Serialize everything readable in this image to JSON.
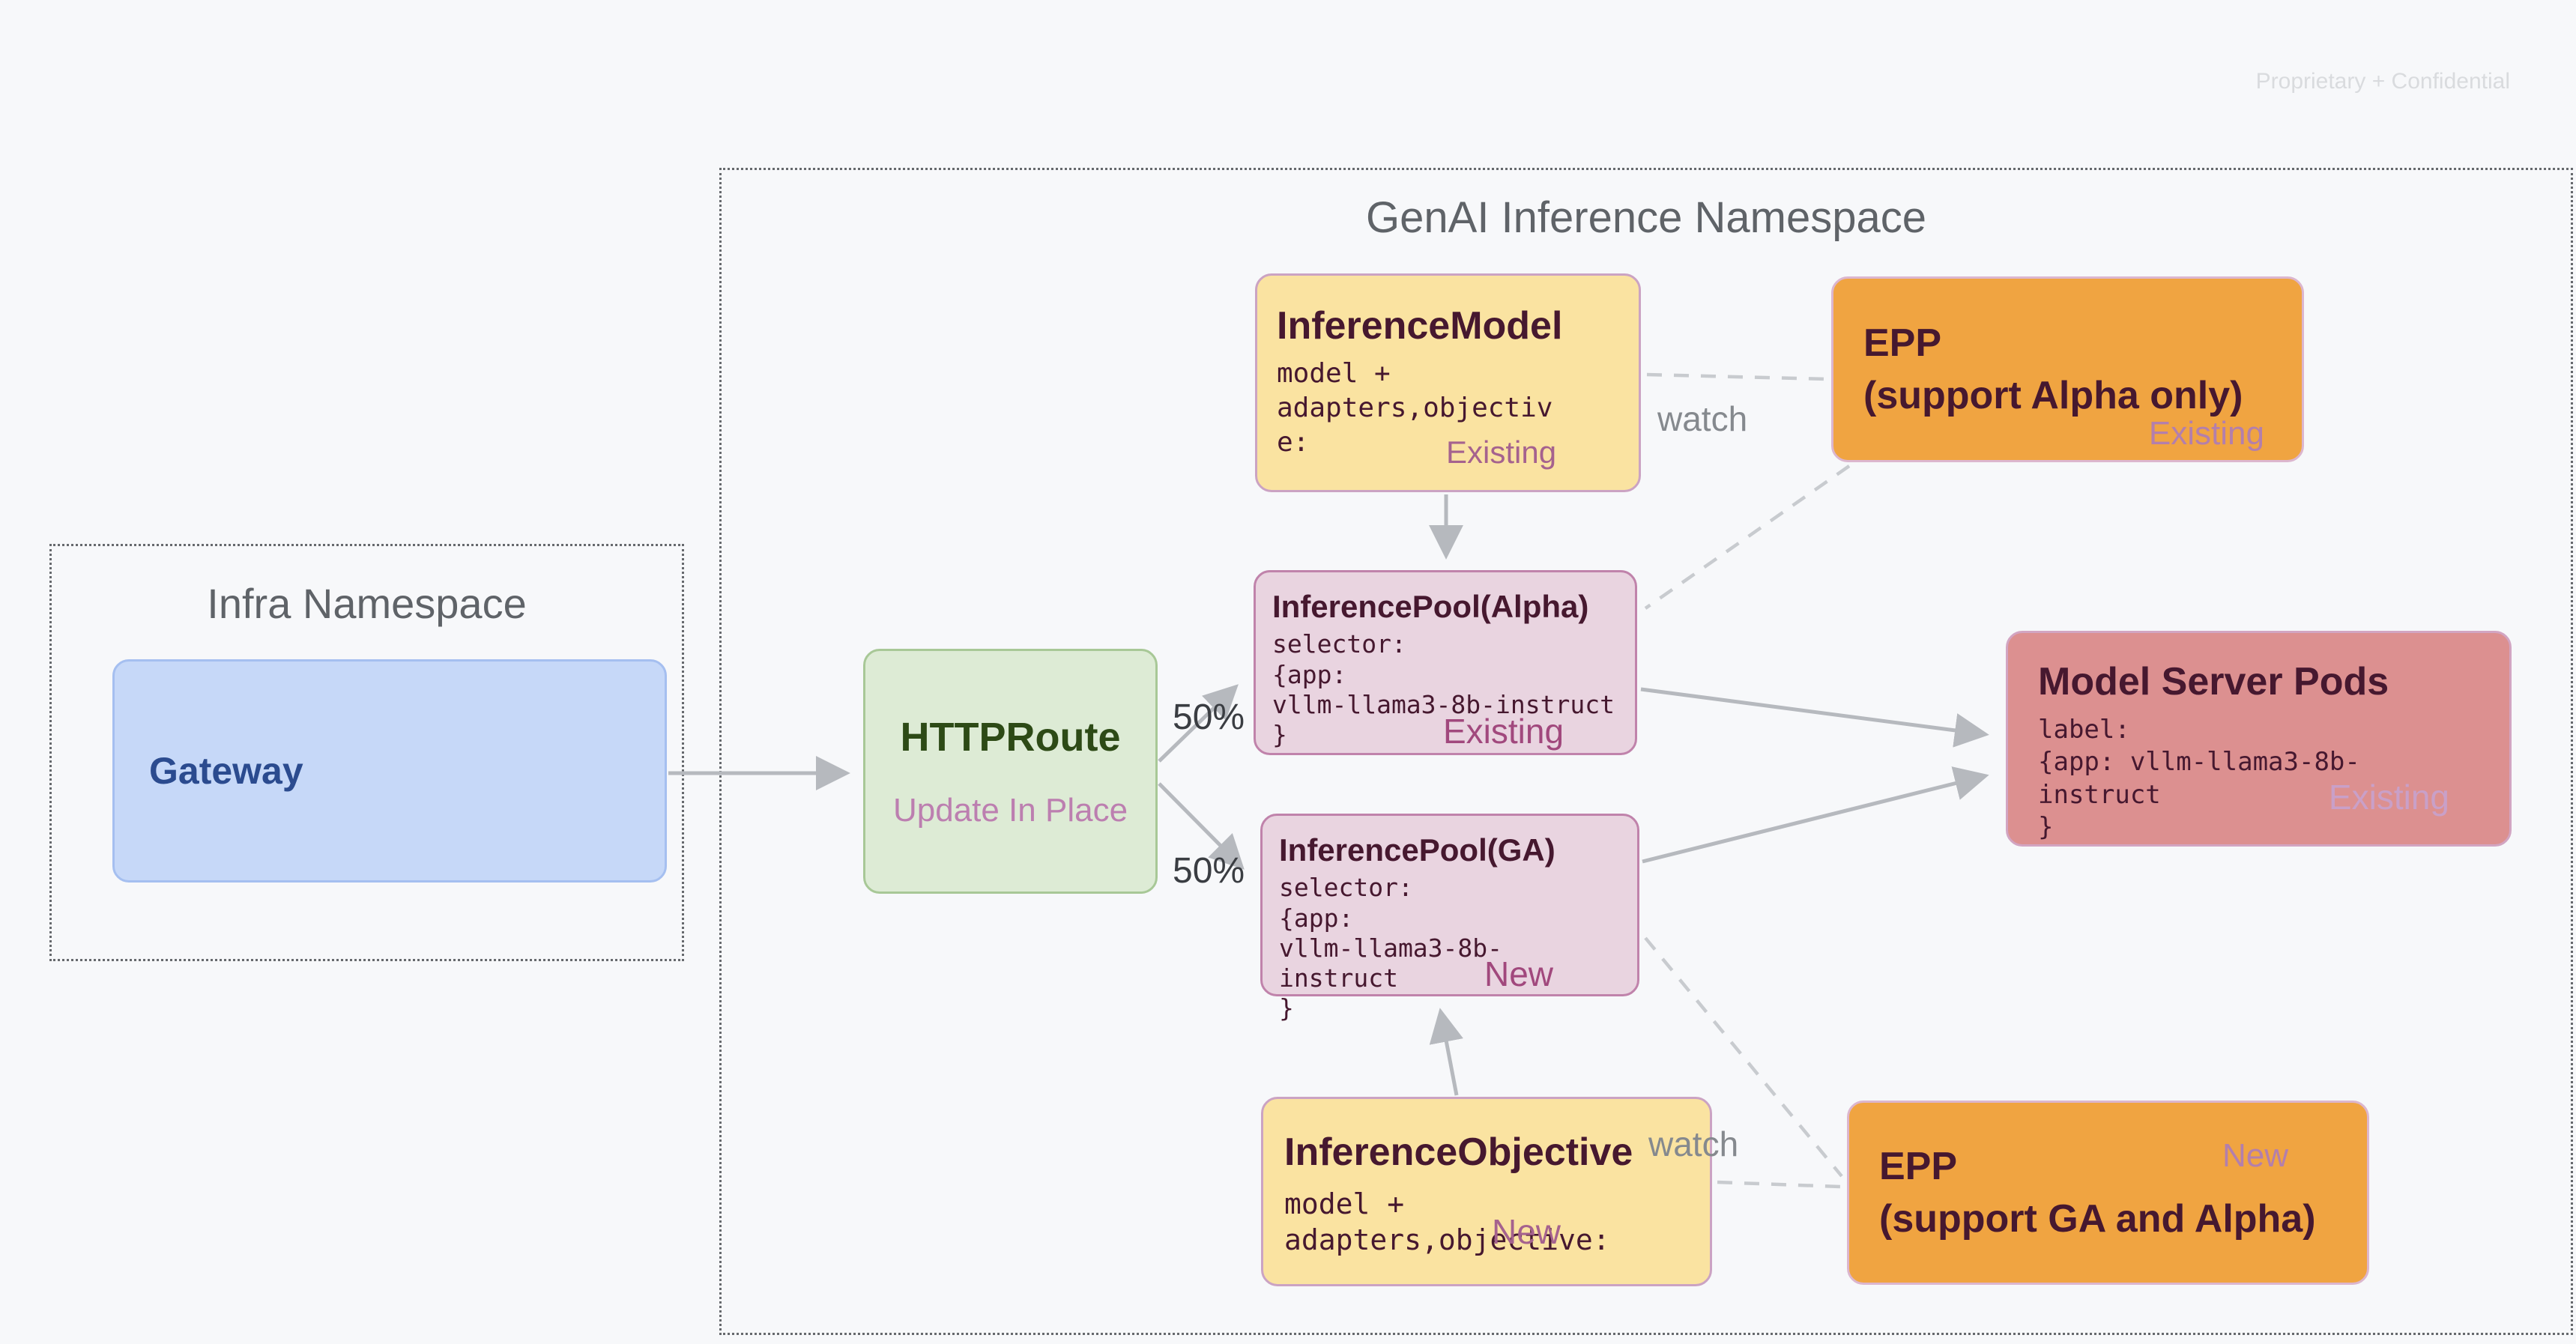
{
  "page": {
    "watermark": "Proprietary + Confidential",
    "background": "#F7F8FA",
    "line_color": "#B6B9BE",
    "dashed_line_color": "#C8CBCF"
  },
  "namespaces": {
    "genai": {
      "title": "GenAI Inference Namespace"
    },
    "infra": {
      "title": "Infra Namespace"
    }
  },
  "nodes": {
    "gateway": {
      "title": "Gateway",
      "fill": "#C6D8F8",
      "border": "#A5BFF0",
      "title_color": "#2B4B8F"
    },
    "httproute": {
      "title": "HTTPRoute",
      "subtitle": "Update In Place",
      "fill": "#DDEBD5",
      "border": "#A8C897",
      "title_color": "#2D4A16",
      "subtitle_color": "#BC7FB0"
    },
    "inference_model": {
      "title": "InferenceModel",
      "code": "model +\nadapters,objectiv\ne:",
      "badge": "Existing",
      "fill": "#FAE3A1",
      "border": "#CBA3C3",
      "title_color": "#46182F",
      "badge_color": "#A5628E"
    },
    "epp_alpha": {
      "title": "EPP\n(support Alpha only)",
      "badge": "Existing",
      "fill": "#F0A441",
      "border": "#DCB6CE",
      "title_color": "#46182F",
      "badge_color": "#B37FAC"
    },
    "pool_alpha": {
      "title": "InferencePool(Alpha)",
      "code": "selector:\n{app:\nvllm-llama3-8b-instruct\n}",
      "badge": "Existing",
      "fill": "#E9D4E0",
      "border": "#C083AB",
      "title_color": "#46182F",
      "badge_color": "#A1487D"
    },
    "pool_ga": {
      "title": "InferencePool(GA)",
      "code": "selector:\n{app:\nvllm-llama3-8b-instruct\n}",
      "badge": "New",
      "fill": "#E9D4E0",
      "border": "#C083AB",
      "title_color": "#46182F",
      "badge_color": "#A1487D"
    },
    "model_server_pods": {
      "title": "Model Server Pods",
      "code": "label:\n{app: vllm-llama3-8b-instruct\n}",
      "badge": "Existing",
      "fill": "#DC9090",
      "border": "#D2A5C2",
      "title_color": "#46182F",
      "badge_color": "#C9A0C8"
    },
    "inference_objective": {
      "title": "InferenceObjective",
      "code": "model +\nadapters,objective:",
      "badge": "New",
      "fill": "#FAE3A1",
      "border": "#CBA3C3",
      "title_color": "#46182F",
      "badge_color": "#A5628E"
    },
    "epp_ga": {
      "title": "EPP\n(support GA and Alpha)",
      "badge": "New",
      "fill": "#F0A441",
      "border": "#DCB6CE",
      "title_color": "#46182F",
      "badge_color": "#B37FAC"
    }
  },
  "edge_labels": {
    "split_top": "50%",
    "split_bottom": "50%",
    "watch_top": "watch",
    "watch_bottom": "watch"
  }
}
